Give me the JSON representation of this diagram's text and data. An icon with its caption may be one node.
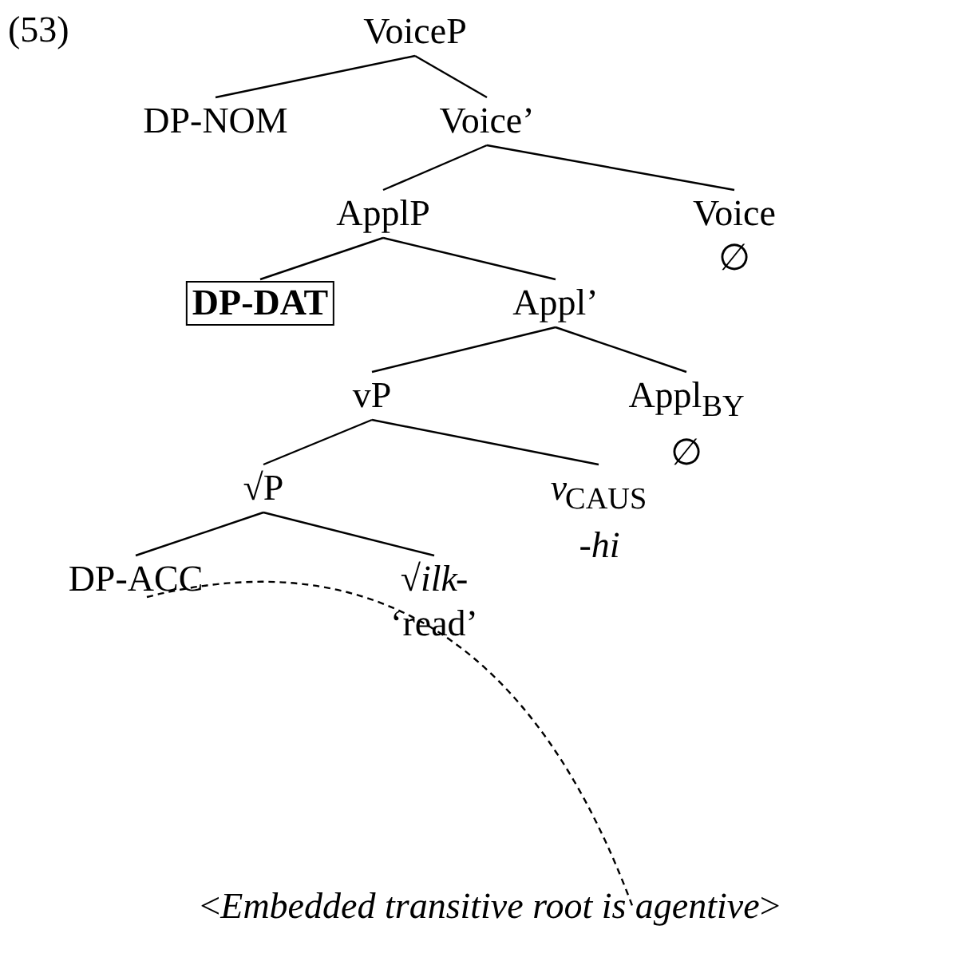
{
  "diagram": {
    "nodes": [
      {
        "text": [
          "VoiceP"
        ]
      },
      {
        "text": [
          "DP-NOM"
        ]
      },
      {
        "text": [
          "Voice’"
        ]
      },
      {
        "text": [
          "ApplP"
        ]
      },
      {
        "text": [
          "Voice",
          "∅"
        ]
      },
      {
        "text": [
          "DP-DAT"
        ]
      },
      {
        "text": [
          "Appl’"
        ]
      },
      {
        "text": [
          "vP"
        ]
      },
      {
        "text": [
          "Appl$_{BY}$",
          "∅"
        ]
      },
      {
        "text": [
          "√P"
        ]
      },
      {
        "text": [
          "*v*$_{CAUS}$",
          "-*hi*"
        ]
      },
      {
        "text": [
          "DP-ACC"
        ]
      },
      {
        "text": [
          "√*ilk*-",
          "‘read’"
        ]
      }
    ],
    "edges": [
      {
        "from": 0,
        "to": 1,
        "arrow": "none"
      },
      {
        "from": 0,
        "to": 2,
        "arrow": "none"
      },
      {
        "from": 2,
        "to": 3,
        "arrow": "none"
      },
      {
        "from": 2,
        "to": 4,
        "arrow": "none"
      },
      {
        "from": 3,
        "to": 5,
        "arrow": "none"
      },
      {
        "from": 3,
        "to": 6,
        "arrow": "none"
      },
      {
        "from": 6,
        "to": 7,
        "arrow": "none"
      },
      {
        "from": 6,
        "to": 8,
        "arrow": "none"
      },
      {
        "from": 7,
        "to": 9,
        "arrow": "none"
      },
      {
        "from": 7,
        "to": 10,
        "arrow": "none"
      },
      {
        "from": 9,
        "to": 11,
        "arrow": "none"
      },
      {
        "from": 9,
        "to": 12,
        "arrow": "none"
      }
    ],
    "labels": [
      "(53)",
      "<*Embedded transitive root is agentive*>"
    ]
  }
}
